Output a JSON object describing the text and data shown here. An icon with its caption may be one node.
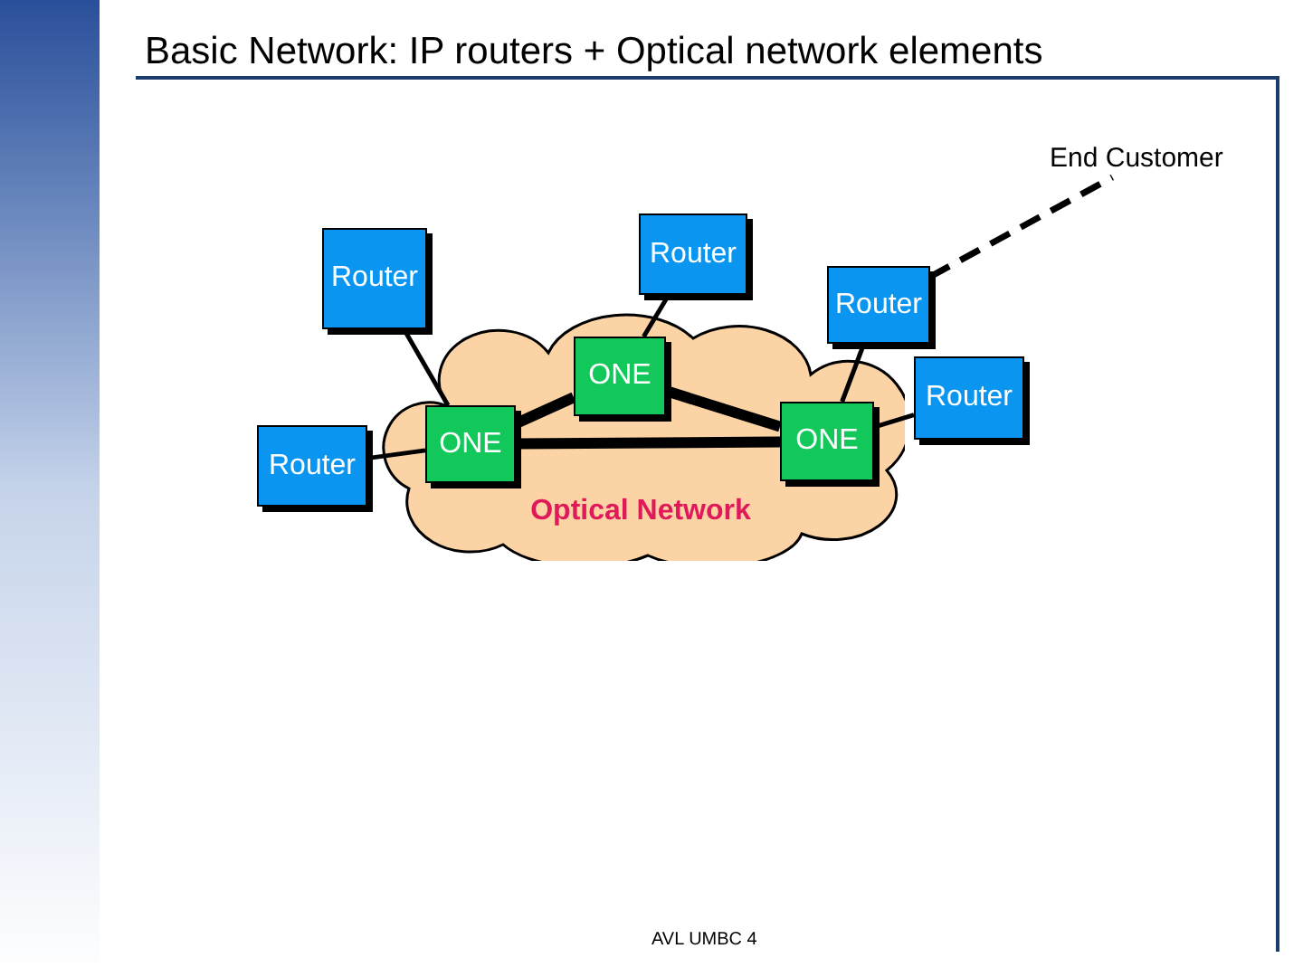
{
  "diagram": {
    "title": "Basic Network: IP routers + Optical network elements",
    "nodes": [
      {
        "text": [
          "End Customer"
        ]
      },
      {
        "text": [
          "Router"
        ]
      },
      {
        "text": [
          "Router"
        ]
      },
      {
        "text": [
          "Router"
        ]
      },
      {
        "text": [
          "Optical Network"
        ]
      },
      {
        "text": [
          "ONE"
        ],
        "in": 4
      },
      {
        "text": [
          "Router"
        ]
      },
      {
        "text": [
          "Router"
        ]
      },
      {
        "text": [
          "ONE"
        ],
        "in": 4
      },
      {
        "text": [
          "ONE"
        ],
        "in": 4
      }
    ],
    "edges": [
      {
        "from": 3,
        "to": 0,
        "arrow": "none",
        "style": "dashed"
      },
      {
        "from": 1,
        "to": 5,
        "arrow": "none"
      },
      {
        "from": 2,
        "to": 8,
        "arrow": "none"
      },
      {
        "from": 3,
        "to": 9,
        "arrow": "none"
      },
      {
        "from": 6,
        "to": 9,
        "arrow": "none"
      },
      {
        "from": 7,
        "to": 8,
        "arrow": "none"
      },
      {
        "from": 8,
        "to": 5,
        "arrow": "none",
        "style": "thick"
      },
      {
        "from": 5,
        "to": 9,
        "arrow": "none",
        "style": "thick"
      },
      {
        "from": 8,
        "to": 9,
        "arrow": "none",
        "style": "thick"
      }
    ],
    "labels": [
      "AVL UMBC 4"
    ]
  }
}
